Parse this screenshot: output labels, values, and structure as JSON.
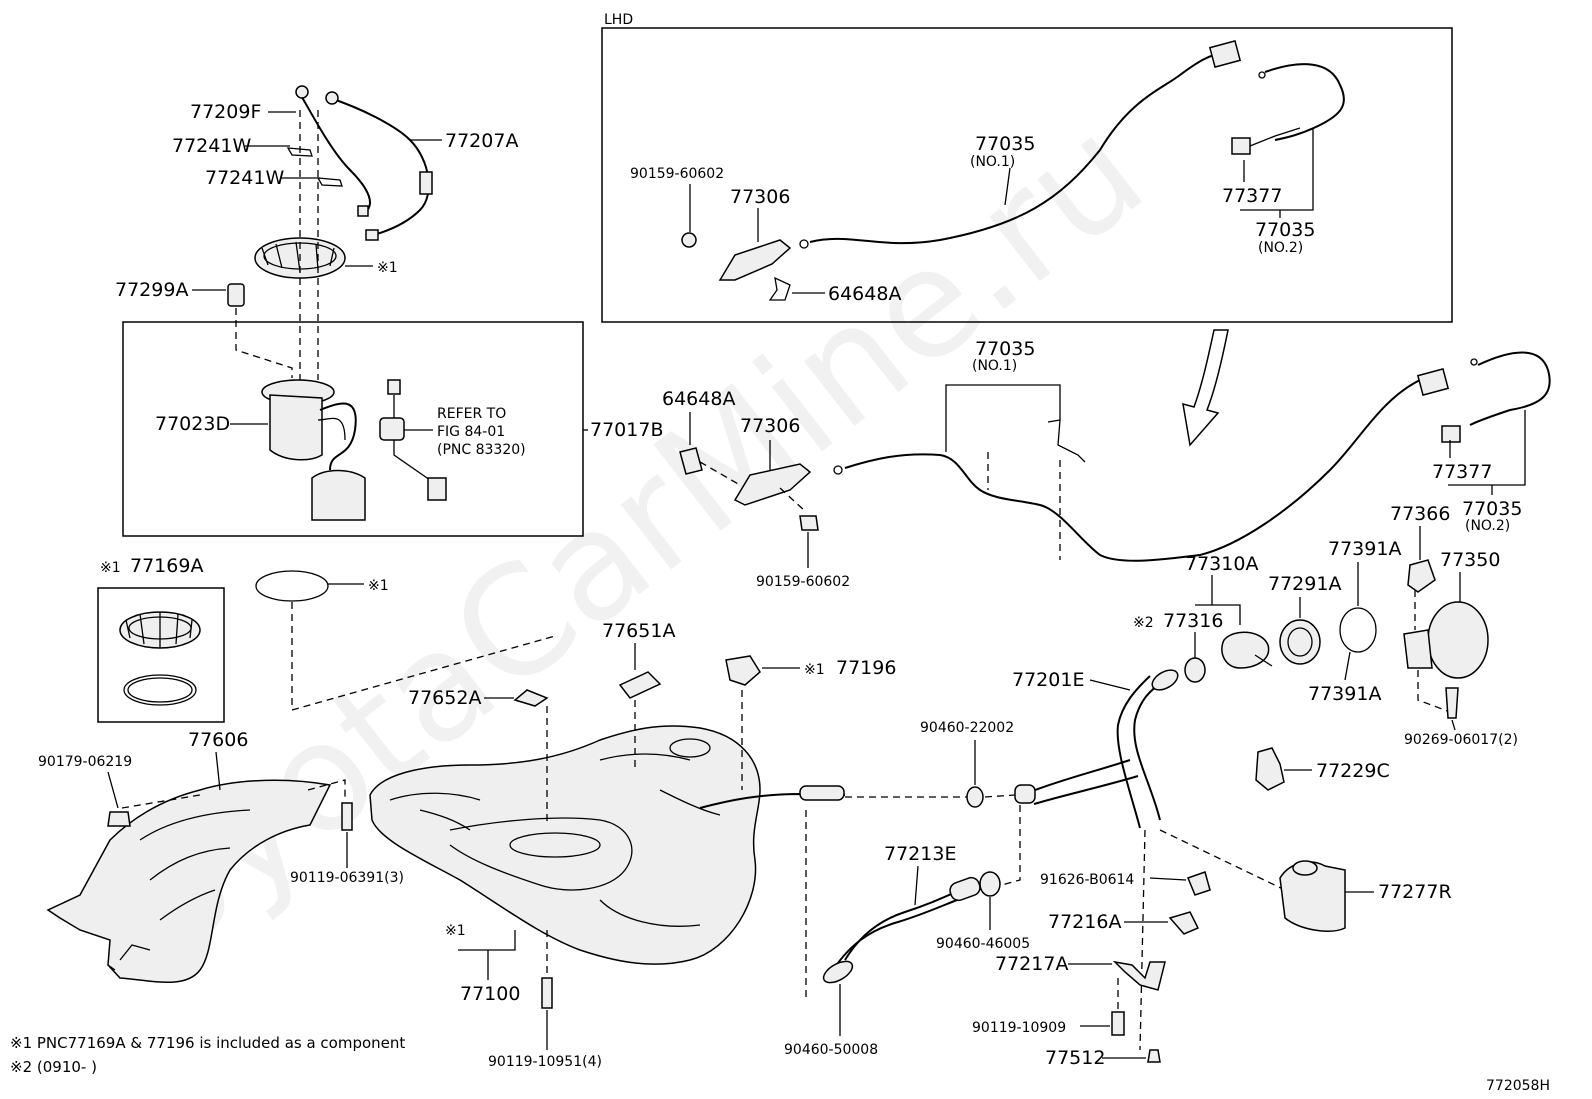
{
  "sections": {
    "lhd": "LHD"
  },
  "notes": {
    "n1": "※1 PNC77169A & 77196 is included as a component",
    "n2": "※2 (0910-      )"
  },
  "diagram_code": "772058H",
  "watermark": "ToyotaCarMine.ru",
  "refer": {
    "line1": "REFER TO",
    "line2": "FIG 84-01",
    "line3": "(PNC 83320)"
  },
  "marks": {
    "m1": "※1",
    "m2": "※2"
  },
  "parts": {
    "p77209F": "77209F",
    "p77207A": "77207A",
    "p77241W_a": "77241W",
    "p77241W_b": "77241W",
    "p77299A": "77299A",
    "p77023D": "77023D",
    "p77017B": "77017B",
    "p77169A": "77169A",
    "p77606": "77606",
    "p90179": "90179-06219",
    "p90119_06391": "90119-06391(3)",
    "p77652A": "77652A",
    "p77651A": "77651A",
    "p77196": "77196",
    "p77100": "77100",
    "p90119_10951": "90119-10951(4)",
    "p64648A_top": "64648A",
    "p64648A_mid": "64648A",
    "p77306_top": "77306",
    "p77306_mid": "77306",
    "p90159_top": "90159-60602",
    "p90159_mid": "90159-60602",
    "p77035_top": "77035",
    "p77035_top_no": "(NO.1)",
    "p77035_mid": "77035",
    "p77035_mid_no": "(NO.1)",
    "p77377_top": "77377",
    "p77035_tr": "77035",
    "p77035_tr_no": "(NO.2)",
    "p77377_mid": "77377",
    "p77035_mr": "77035",
    "p77035_mr_no": "(NO.2)",
    "p77366": "77366",
    "p77391A_a": "77391A",
    "p77391A_b": "77391A",
    "p77350": "77350",
    "p77310A": "77310A",
    "p77291A": "77291A",
    "p77316": "77316",
    "p77201E": "77201E",
    "p90269": "90269-06017(2)",
    "p90460_22002": "90460-22002",
    "p77229C": "77229C",
    "p77213E": "77213E",
    "p90460_46005": "90460-46005",
    "p91626": "91626-B0614",
    "p77277R": "77277R",
    "p77216A": "77216A",
    "p77217A": "77217A",
    "p90119_10909": "90119-10909",
    "p77512": "77512",
    "p90460_50008": "90460-50008"
  }
}
